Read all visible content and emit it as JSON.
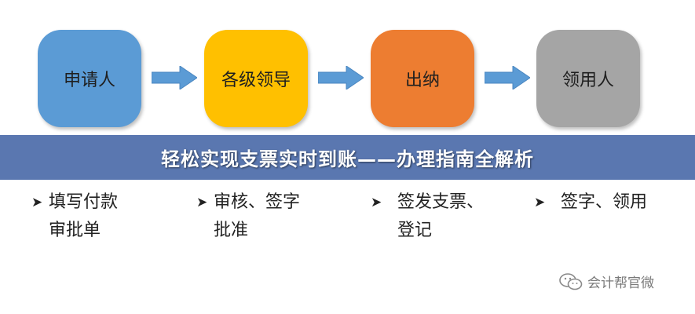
{
  "nodes": [
    {
      "label": "申请人",
      "color": "#5b9bd5"
    },
    {
      "label": "各级领导",
      "color": "#ffc000"
    },
    {
      "label": "出纳",
      "color": "#ed7d31"
    },
    {
      "label": "领用人",
      "color": "#a5a5a5"
    }
  ],
  "banner": {
    "title": "轻松实现支票实时到账——办理指南全解析"
  },
  "steps": [
    {
      "line1": "填写付款",
      "line2": "审批单"
    },
    {
      "line1": "审核、签字",
      "line2": "批准"
    },
    {
      "line1": "签发支票、",
      "line2": "登记"
    },
    {
      "line1": "签字、领用",
      "line2": ""
    }
  ],
  "watermark": {
    "text": "会计帮官微",
    "icon": "wechat-icon"
  },
  "colors": {
    "arrow": "#5b9bd5",
    "banner": "#5a77b0"
  }
}
